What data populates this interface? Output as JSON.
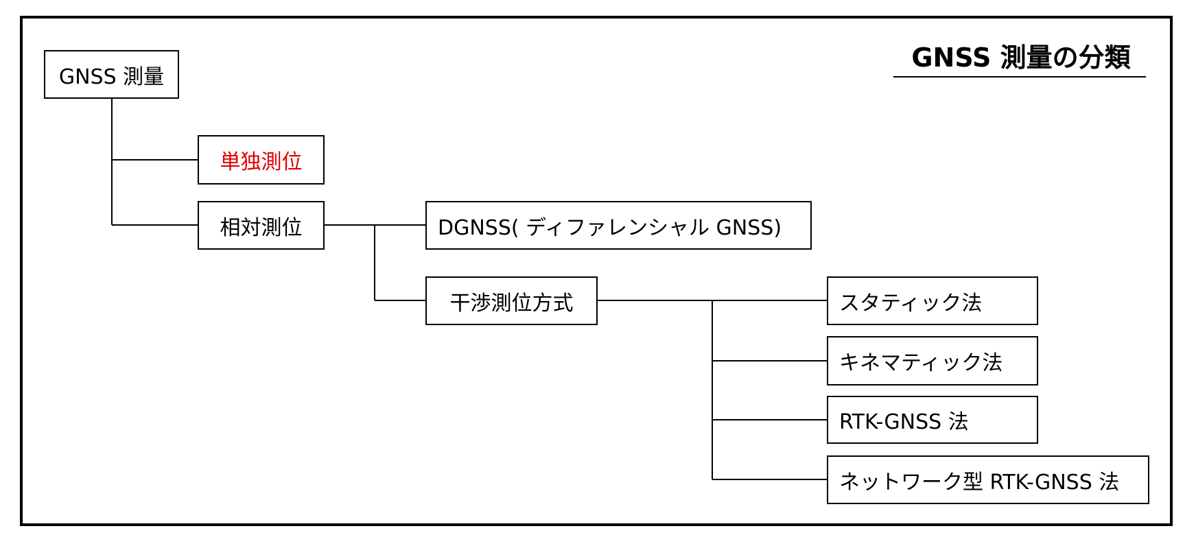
{
  "title": "GNSS 測量の分類",
  "colors": {
    "highlight": "#e00000",
    "line": "#000000"
  },
  "nodes": {
    "root": "GNSS 測量",
    "single": "単独測位",
    "relative": "相対測位",
    "dgnss": "DGNSS( ディファレンシャル GNSS)",
    "interferometric": "干渉測位方式",
    "static": "スタティック法",
    "kinematic": "キネマティック法",
    "rtk": "RTK-GNSS 法",
    "network_rtk": "ネットワーク型 RTK-GNSS 法"
  }
}
